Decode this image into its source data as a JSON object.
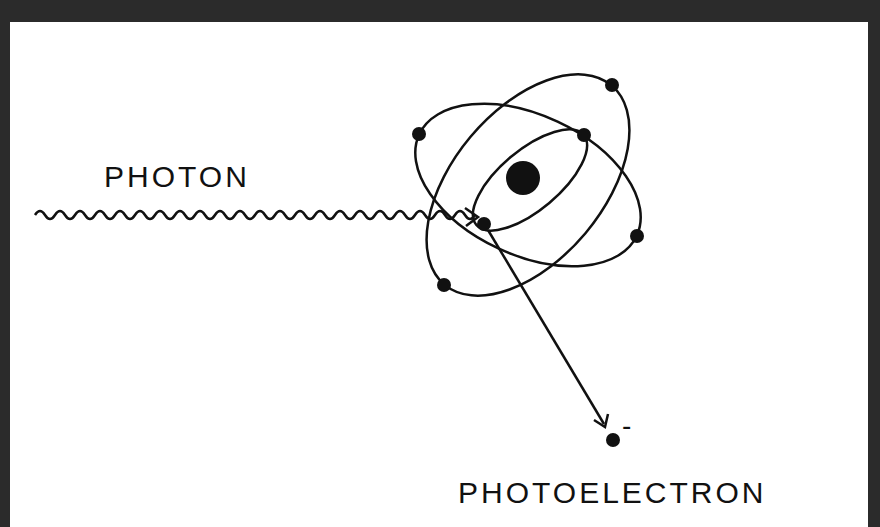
{
  "diagram": {
    "labels": [
      "PHOTON",
      "PHOTOELECTRON",
      "-"
    ]
  }
}
